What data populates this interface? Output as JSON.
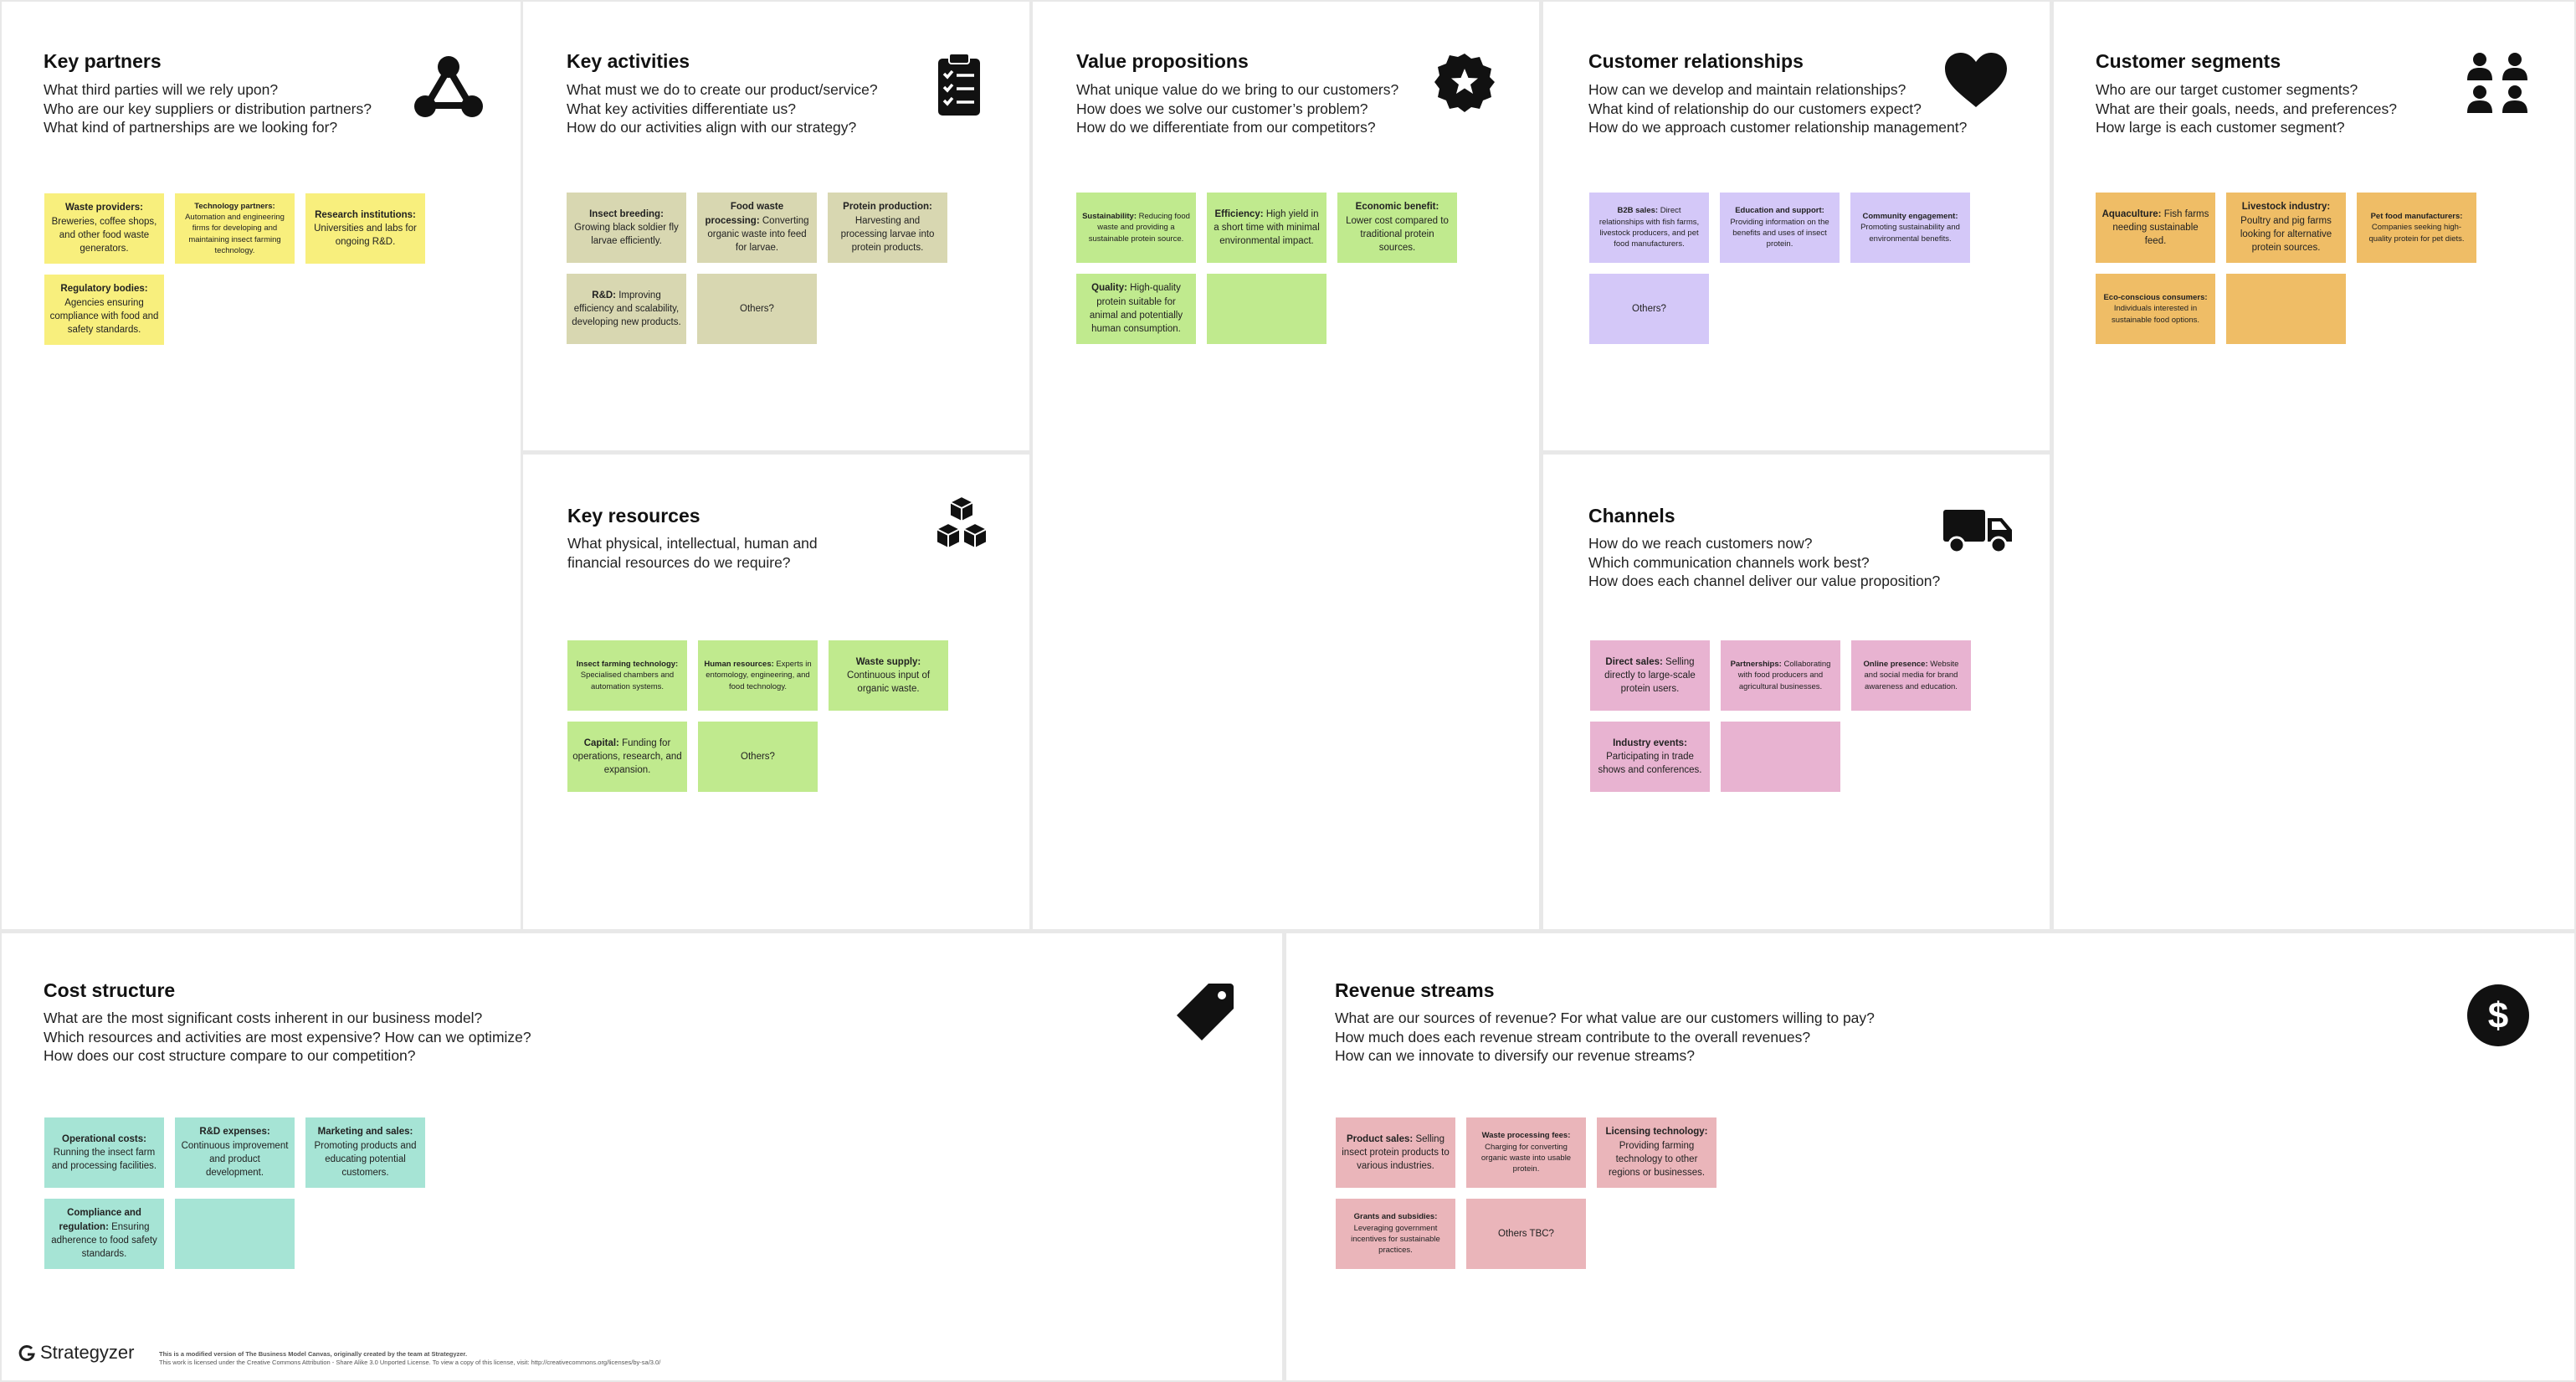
{
  "panels": {
    "key_partners": {
      "title": "Key partners",
      "questions": "What third parties will we rely upon?\nWho are our key suppliers or distribution partners?\nWhat kind of partnerships are we looking for?",
      "icon": "network-icon",
      "notes": [
        {
          "head": "Waste providers:",
          "text": "Breweries, coffee shops, and other food waste generators.",
          "size": "normal"
        },
        {
          "head": "Technology partners:",
          "text": "Automation and engineering firms for developing and maintaining insect farming technology.",
          "size": "small"
        },
        {
          "head": "Research institutions:",
          "text": "Universities and labs for ongoing R&D.",
          "size": "normal"
        },
        {
          "head": "Regulatory bodies:",
          "text": "Agencies ensuring compliance with food and safety standards.",
          "size": "normal"
        }
      ]
    },
    "key_activities": {
      "title": "Key activities",
      "questions": "What must we do to create our product/service?\nWhat key activities differentiate us?\nHow do our activities align with our strategy?",
      "icon": "clipboard-icon",
      "notes": [
        {
          "head": "Insect breeding:",
          "text": "Growing black soldier fly larvae efficiently.",
          "size": "normal"
        },
        {
          "head": "Food waste processing:",
          "text": "Converting organic waste into feed for larvae.",
          "size": "normal"
        },
        {
          "head": "Protein production:",
          "text": "Harvesting and processing larvae into protein products.",
          "size": "normal"
        },
        {
          "head": "R&D:",
          "text": "Improving efficiency and scalability, developing new products.",
          "size": "normal"
        },
        {
          "head": "",
          "text": "Others?",
          "size": "normal"
        }
      ]
    },
    "key_resources": {
      "title": "Key resources",
      "questions": "What physical, intellectual, human and\nfinancial resources do we require?",
      "icon": "cubes-icon",
      "notes": [
        {
          "head": "Insect farming technology:",
          "text": "Specialised chambers and automation systems.",
          "size": "small"
        },
        {
          "head": "Human resources:",
          "text": "Experts in entomology, engineering, and food technology.",
          "size": "small"
        },
        {
          "head": "Waste supply:",
          "text": "Continuous input of organic waste.",
          "size": "normal"
        },
        {
          "head": "Capital:",
          "text": "Funding for operations, research, and expansion.",
          "size": "normal"
        },
        {
          "head": "",
          "text": "Others?",
          "size": "normal"
        }
      ]
    },
    "value_propositions": {
      "title": "Value propositions",
      "questions": "What unique value do we bring to our customers?\nHow does we solve our customer’s problem?\nHow do we differentiate from our competitors?",
      "icon": "star-badge-icon",
      "notes": [
        {
          "head": "Sustainability:",
          "text": "Reducing food waste and providing a sustainable protein source.",
          "size": "small"
        },
        {
          "head": "Efficiency:",
          "text": "High yield in a short time with minimal environmental impact.",
          "size": "normal"
        },
        {
          "head": "Economic benefit:",
          "text": "Lower cost compared to traditional protein sources.",
          "size": "normal"
        },
        {
          "head": "Quality:",
          "text": "High-quality protein suitable for animal and potentially human consumption.",
          "size": "normal"
        },
        {
          "head": "",
          "text": "",
          "size": "normal"
        }
      ]
    },
    "customer_relationships": {
      "title": "Customer relationships",
      "questions": "How can we develop and maintain relationships?\nWhat kind of relationship do our customers expect?\nHow do we approach customer relationship management?",
      "icon": "heart-icon",
      "notes": [
        {
          "head": "B2B sales:",
          "text": "Direct relationships with fish farms, livestock producers, and pet food manufacturers.",
          "size": "small"
        },
        {
          "head": "Education and support:",
          "text": "Providing information on the benefits and uses of insect protein.",
          "size": "small"
        },
        {
          "head": "Community engagement:",
          "text": "Promoting sustainability and environmental benefits.",
          "size": "small"
        },
        {
          "head": "",
          "text": "Others?",
          "size": "normal"
        }
      ]
    },
    "channels": {
      "title": "Channels",
      "questions": "How do we reach customers now?\nWhich communication channels work best?\nHow does each channel deliver our value proposition?",
      "icon": "truck-icon",
      "notes": [
        {
          "head": "Direct sales:",
          "text": "Selling directly to large-scale protein users.",
          "size": "normal"
        },
        {
          "head": "Partnerships:",
          "text": "Collaborating with food producers and agricultural businesses.",
          "size": "small"
        },
        {
          "head": "Online presence:",
          "text": "Website and social media for brand awareness and education.",
          "size": "small"
        },
        {
          "head": "Industry events:",
          "text": "Participating in trade shows and conferences.",
          "size": "normal"
        },
        {
          "head": "",
          "text": "",
          "size": "normal"
        }
      ]
    },
    "customer_segments": {
      "title": "Customer segments",
      "questions": "Who are our target customer segments?\nWhat are their goals, needs, and preferences?\nHow large is each customer segment?",
      "icon": "people-icon",
      "notes": [
        {
          "head": "Aquaculture:",
          "text": "Fish farms needing sustainable feed.",
          "size": "normal"
        },
        {
          "head": "Livestock industry:",
          "text": "Poultry and pig farms looking for alternative protein sources.",
          "size": "normal"
        },
        {
          "head": "Pet food manufacturers:",
          "text": "Companies seeking high-quality protein for pet diets.",
          "size": "small"
        },
        {
          "head": "Eco-conscious consumers:",
          "text": "Individuals interested in sustainable food options.",
          "size": "small"
        },
        {
          "head": "",
          "text": "",
          "size": "normal"
        }
      ]
    },
    "cost_structure": {
      "title": "Cost structure",
      "questions": "What are the most significant costs inherent in our business model?\nWhich resources and activities are most expensive? How can we optimize?\nHow does our cost structure compare to our competition?",
      "icon": "price-tag-icon",
      "notes": [
        {
          "head": "Operational costs:",
          "text": "Running the insect farm and processing facilities.",
          "size": "normal"
        },
        {
          "head": "R&D expenses:",
          "text": "Continuous improvement and product development.",
          "size": "normal"
        },
        {
          "head": "Marketing and sales:",
          "text": "Promoting products and educating potential customers.",
          "size": "normal"
        },
        {
          "head": "Compliance and regulation:",
          "text": "Ensuring adherence to food safety standards.",
          "size": "normal"
        },
        {
          "head": "",
          "text": "",
          "size": "normal"
        }
      ]
    },
    "revenue_streams": {
      "title": "Revenue streams",
      "questions": "What are our sources of revenue? For what value are our customers willing to pay?\nHow much does each revenue stream contribute to the overall revenues?\nHow can we innovate to diversify our revenue streams?",
      "icon": "dollar-icon",
      "notes": [
        {
          "head": "Product sales:",
          "text": "Selling insect protein products to various industries.",
          "size": "normal"
        },
        {
          "head": "Waste processing fees:",
          "text": "Charging for converting organic waste into usable protein.",
          "size": "small"
        },
        {
          "head": "Licensing technology:",
          "text": "Providing farming technology to other regions or businesses.",
          "size": "normal"
        },
        {
          "head": "Grants and subsidies:",
          "text": "Leveraging government incentives for sustainable practices.",
          "size": "small"
        },
        {
          "head": "",
          "text": "Others TBC?",
          "size": "normal"
        }
      ]
    }
  },
  "footer": {
    "brand": "Strategyzer",
    "license_line1": "This is a modified version of The Business Model Canvas, originally created by the team at Strategyzer.",
    "license_line2": "This work is licensed under the Creative Commons Attribution - Share Alike 3.0 Unported License. To view a copy of this license, visit: http://creativecommons.org/licenses/by-sa/3.0/"
  },
  "colors": {
    "key_partners": "#f8ef7d",
    "key_activities": "#d8d7b1",
    "key_resources": "#c0ea8e",
    "value_propositions": "#c0ea8e",
    "customer_relationships": "#d4c8f8",
    "channels": "#e8b3d1",
    "customer_segments": "#efbd66",
    "cost_structure": "#a6e4d5",
    "revenue_streams": "#eab5ba"
  }
}
